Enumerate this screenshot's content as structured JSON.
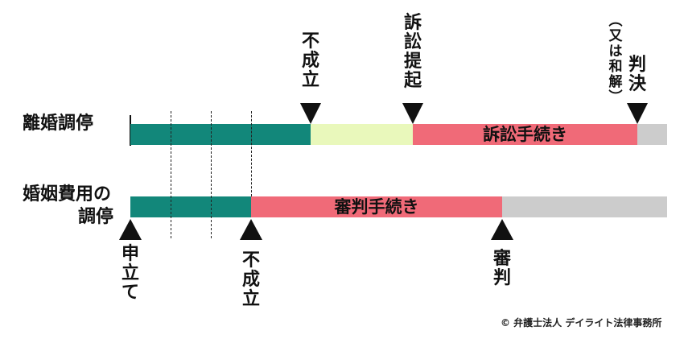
{
  "rows": {
    "divorce_mediation": "離婚調停",
    "living_cost_mediation_line1": "婚姻費用の",
    "living_cost_mediation_line2": "調停"
  },
  "bars": {
    "lawsuit_procedure": "訴訟手続き",
    "trial_procedure": "審判手続き"
  },
  "markers": {
    "failure_top": "不成立",
    "lawsuit_filed": "訴訟提起",
    "judgment": "判決",
    "judgment_note": "（又は和解）",
    "application": "申立て",
    "failure_bottom": "不成立",
    "trial": "審判"
  },
  "credit": "© 弁護士法人 デイライト法律事務所",
  "colors": {
    "mediation": "#12877a",
    "after_failure": "#e9f8bb",
    "procedure": "#f06a78",
    "after": "#cccccc"
  }
}
